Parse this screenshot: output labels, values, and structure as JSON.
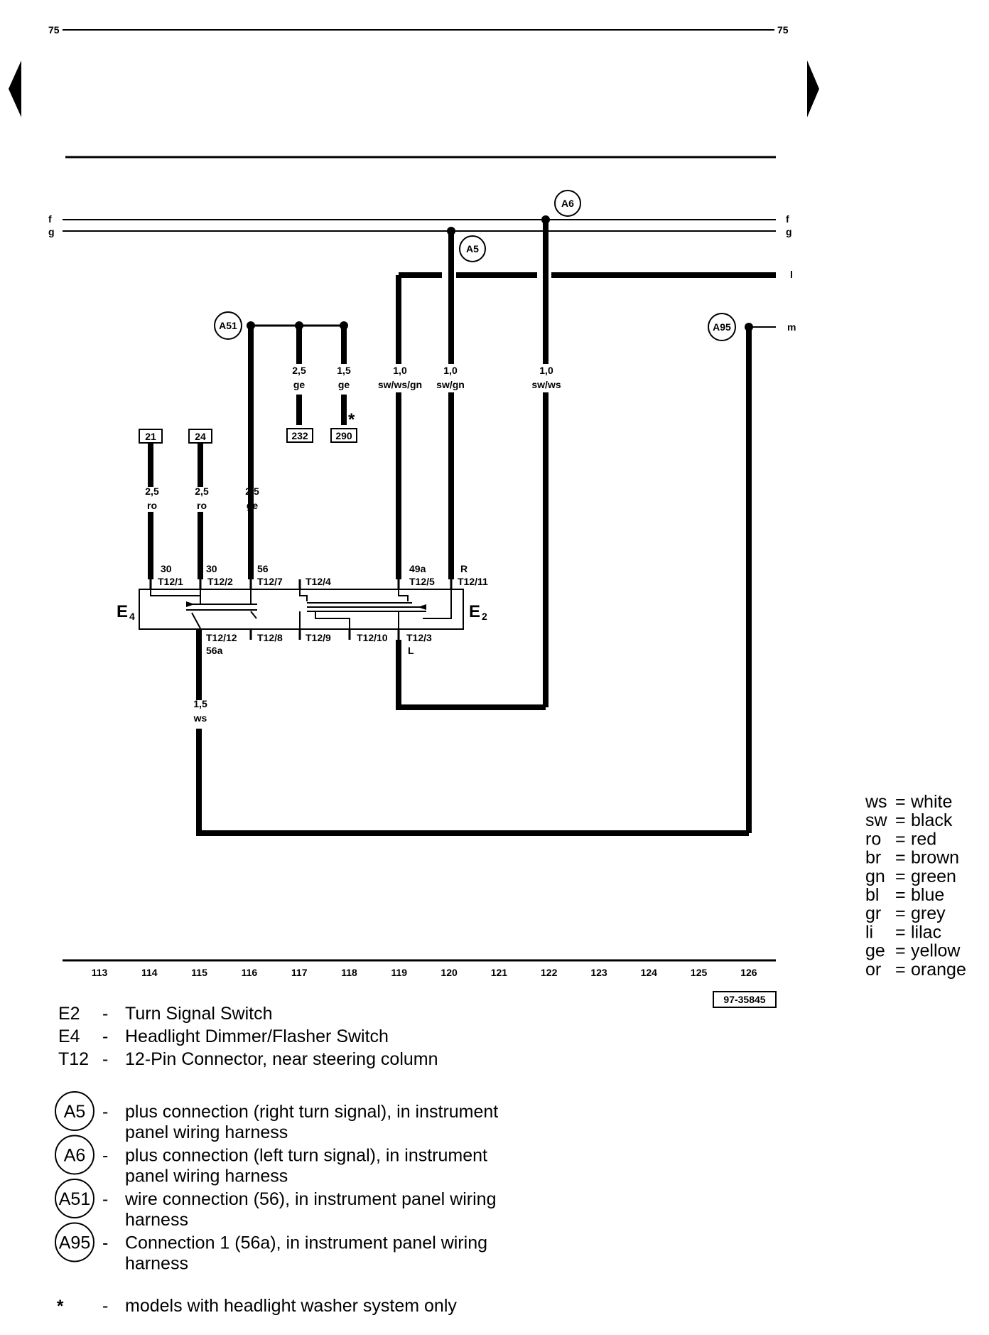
{
  "page": {
    "number_left": "75",
    "number_right": "75",
    "doc_code": "97-35845"
  },
  "rails": {
    "f": "f",
    "g": "g",
    "l": "l",
    "m": "m"
  },
  "wire_refs": {
    "r21": "21",
    "r24": "24",
    "r232": "232",
    "r290": "290",
    "star": "*"
  },
  "connections": {
    "a6": "A6",
    "a5": "A5",
    "a51": "A51",
    "a95": "A95"
  },
  "wires": [
    {
      "gauge": "2,5",
      "color": "ro"
    },
    {
      "gauge": "2,5",
      "color": "ro"
    },
    {
      "gauge": "2,5",
      "color": "ge"
    },
    {
      "gauge": "2,5",
      "color": "ge"
    },
    {
      "gauge": "1,5",
      "color": "ge"
    },
    {
      "gauge": "1,0",
      "color": "sw/ws/gn"
    },
    {
      "gauge": "1,0",
      "color": "sw/gn"
    },
    {
      "gauge": "1,0",
      "color": "sw/ws"
    },
    {
      "gauge": "1,5",
      "color": "ws"
    }
  ],
  "pins": {
    "t12_1": "T12/1",
    "t12_2": "T12/2",
    "t12_7": "T12/7",
    "t12_4": "T12/4",
    "t12_5": "T12/5",
    "t12_11": "T12/11",
    "t12_12": "T12/12",
    "t12_8": "T12/8",
    "t12_9": "T12/9",
    "t12_10": "T12/10",
    "t12_3": "T12/3",
    "term30a": "30",
    "term30b": "30",
    "term56": "56",
    "term49a": "49a",
    "termR": "R",
    "term56a": "56a",
    "termL": "L"
  },
  "components": {
    "e4": "E",
    "e4_sub": "4",
    "e2": "E",
    "e2_sub": "2"
  },
  "scale": [
    "113",
    "114",
    "115",
    "116",
    "117",
    "118",
    "119",
    "120",
    "121",
    "122",
    "123",
    "124",
    "125",
    "126"
  ],
  "color_legend": [
    {
      "code": "ws",
      "name": "white"
    },
    {
      "code": "sw",
      "name": "black"
    },
    {
      "code": "ro",
      "name": "red"
    },
    {
      "code": "br",
      "name": "brown"
    },
    {
      "code": "gn",
      "name": "green"
    },
    {
      "code": "bl",
      "name": "blue"
    },
    {
      "code": "gr",
      "name": "grey"
    },
    {
      "code": "li",
      "name": "lilac"
    },
    {
      "code": "ge",
      "name": "yellow"
    },
    {
      "code": "or",
      "name": "orange"
    }
  ],
  "legend": [
    {
      "code": "E2",
      "dash": "-",
      "text": "Turn Signal Switch"
    },
    {
      "code": "E4",
      "dash": "-",
      "text": "Headlight Dimmer/Flasher Switch"
    },
    {
      "code": "T12",
      "dash": "-",
      "text": "12-Pin Connector, near steering column"
    }
  ],
  "legend_circles": [
    {
      "code": "A5",
      "dash": "-",
      "line1": "plus connection (right turn signal), in instrument",
      "line2": "panel wiring harness"
    },
    {
      "code": "A6",
      "dash": "-",
      "line1": "plus connection (left turn signal), in instrument",
      "line2": "panel wiring harness"
    },
    {
      "code": "A51",
      "dash": "-",
      "line1": "wire connection (56), in instrument panel wiring",
      "line2": "harness"
    },
    {
      "code": "A95",
      "dash": "-",
      "line1": "Connection 1 (56a), in instrument panel wiring",
      "line2": "harness"
    }
  ],
  "footnote": {
    "mark": "*",
    "dash": "-",
    "text": "models with headlight washer system only"
  }
}
